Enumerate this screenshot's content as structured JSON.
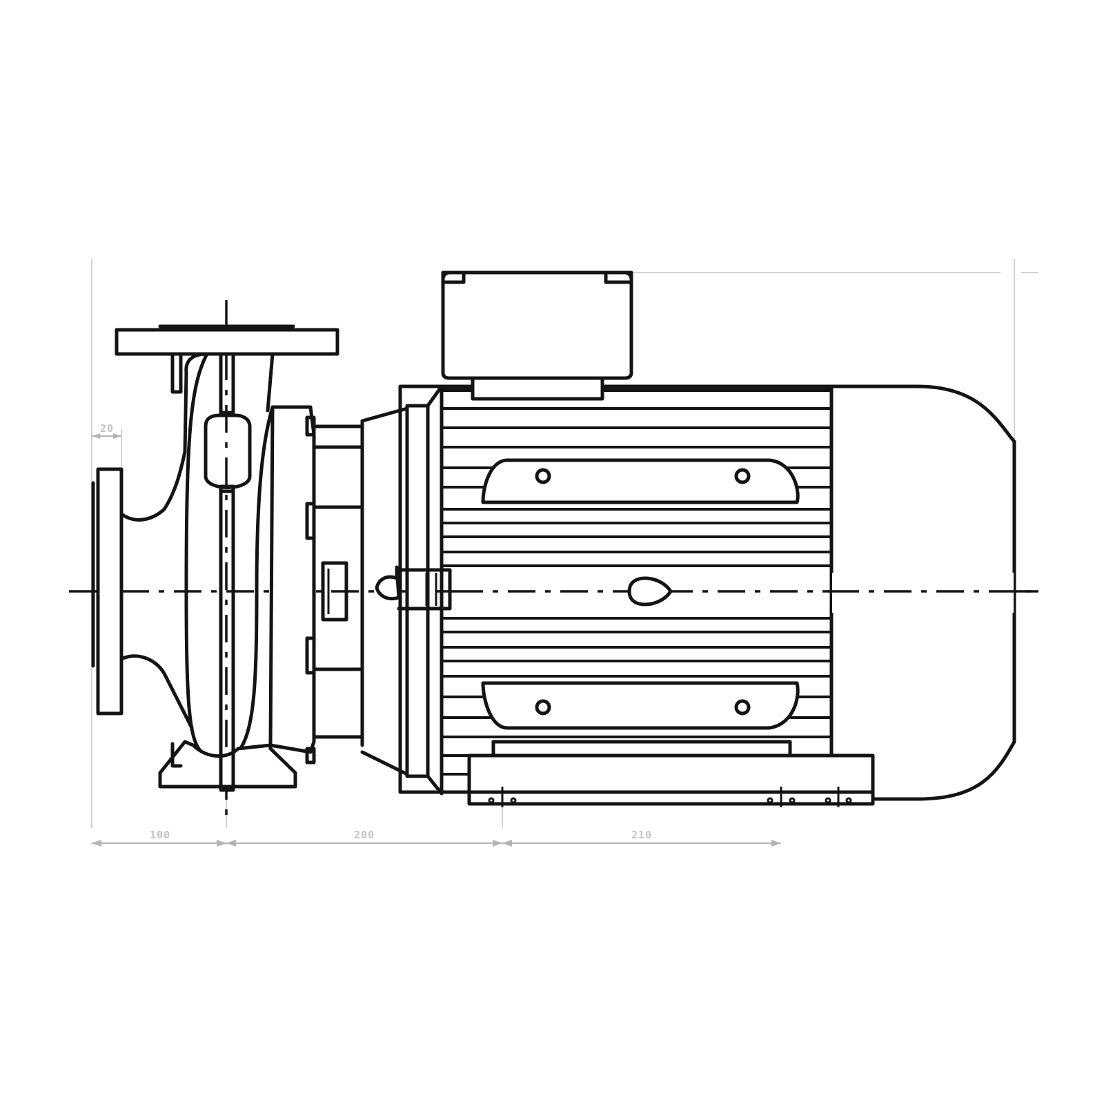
{
  "dimensions": {
    "flange_width": "20",
    "inlet_to_axis": "100",
    "axis_to_foot": "200",
    "foot_spacing": "210"
  }
}
